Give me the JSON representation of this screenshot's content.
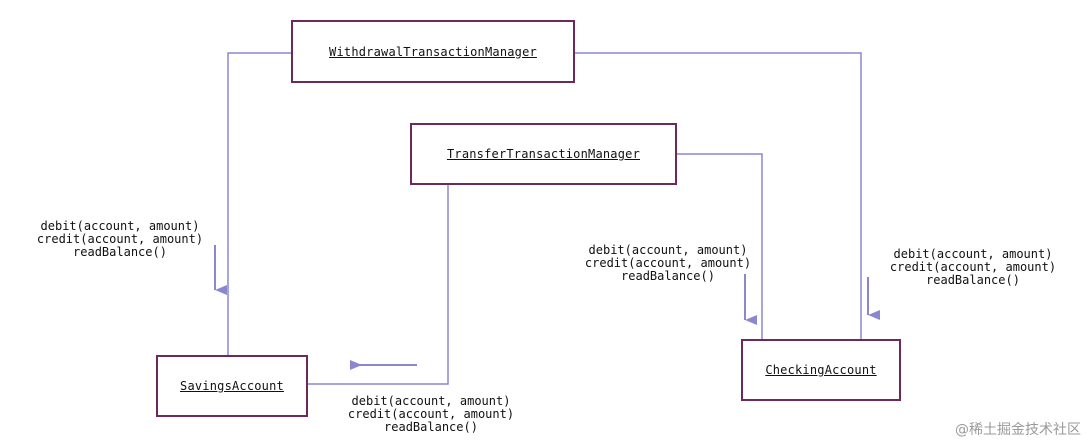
{
  "diagram": {
    "line_color": "#8a87d0",
    "border_color": "#6b2a5a",
    "boxes": {
      "withdrawal": "WithdrawalTransactionManager",
      "transfer": "TransferTransactionManager",
      "savings": "SavingsAccount",
      "checking": "CheckingAccount"
    },
    "messages": {
      "withdrawal_to_savings": [
        "debit(account,  amount)",
        "credit(account,  amount)",
        "readBalance()"
      ],
      "transfer_to_savings": [
        "debit(account,  amount)",
        "credit(account,  amount)",
        "readBalance()"
      ],
      "transfer_to_checking": [
        "debit(account,  amount)",
        "credit(account,  amount)",
        "readBalance()"
      ],
      "withdrawal_to_checking": [
        "debit(account,  amount)",
        "credit(account,  amount)",
        "readBalance()"
      ]
    }
  },
  "watermark": "@稀土掘金技术社区"
}
